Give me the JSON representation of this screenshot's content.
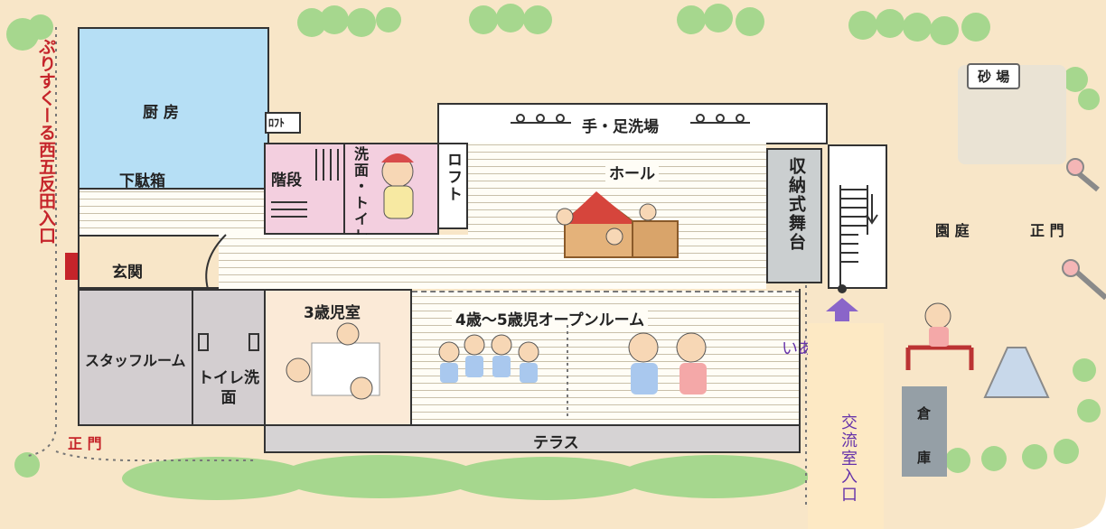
{
  "labels": {
    "kitchen": "厨 房",
    "loft_small": "ﾛﾌﾄ",
    "shoe_box": "下駄箱",
    "stairs": "階段",
    "wash_toilet": "洗面・トイレ",
    "loft": "ロフト",
    "hand_foot_wash": "手・足洗場",
    "hall": "ホール",
    "storage_stage": "収納式舞台",
    "entrance": "玄関",
    "staff_room": "スタッフルーム",
    "toilet_wash": "トイレ洗 面",
    "room_3yo": "3歳児室",
    "room_4_5yo": "4歳～5歳児オープンルーム",
    "terrace": "テラス",
    "sandbox": "砂 場",
    "garden": "園 庭",
    "main_gate_right": "正 門",
    "main_gate_left": "正 門",
    "plisple_entrance": "ぷりすくーる西五反田入口",
    "iarefu": "いあれふ",
    "exchange_room_entrance": "交流室入口",
    "warehouse": "倉 庫"
  },
  "colors": {
    "ground": "#f8e6c8",
    "kitchen": "#b6dff5",
    "staff": "#d3ced0",
    "room3": "#fbead7",
    "pink": "#f3cfdf",
    "terrace": "#d6d3d4",
    "stage": "#cbcfd0",
    "wall": "#333333",
    "red": "#c5242a",
    "purple": "#6633aa",
    "tree": "#a6d78e"
  }
}
